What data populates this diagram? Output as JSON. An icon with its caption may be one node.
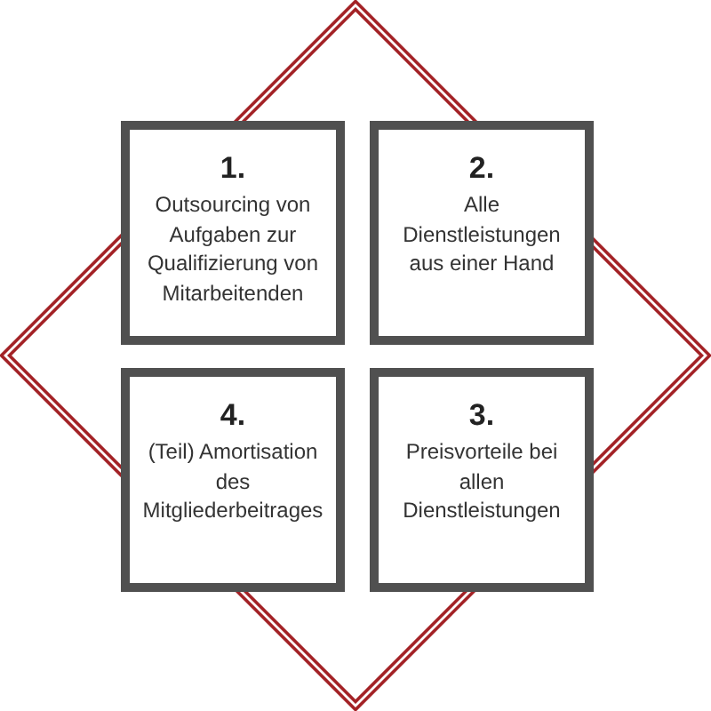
{
  "diagram": {
    "nodes": [
      {
        "text": [
          "1.",
          "Outsourcing von Aufgaben zur Qualifizierung von Mitarbeitenden"
        ]
      },
      {
        "text": [
          "2.",
          "Alle Dienstleistungen aus einer Hand"
        ]
      },
      {
        "text": [
          "4.",
          "(Teil) Amortisation des Mitgliederbeitrages"
        ]
      },
      {
        "text": [
          "3.",
          "Preisvorteile bei allen Dienstleistungen"
        ]
      }
    ]
  }
}
